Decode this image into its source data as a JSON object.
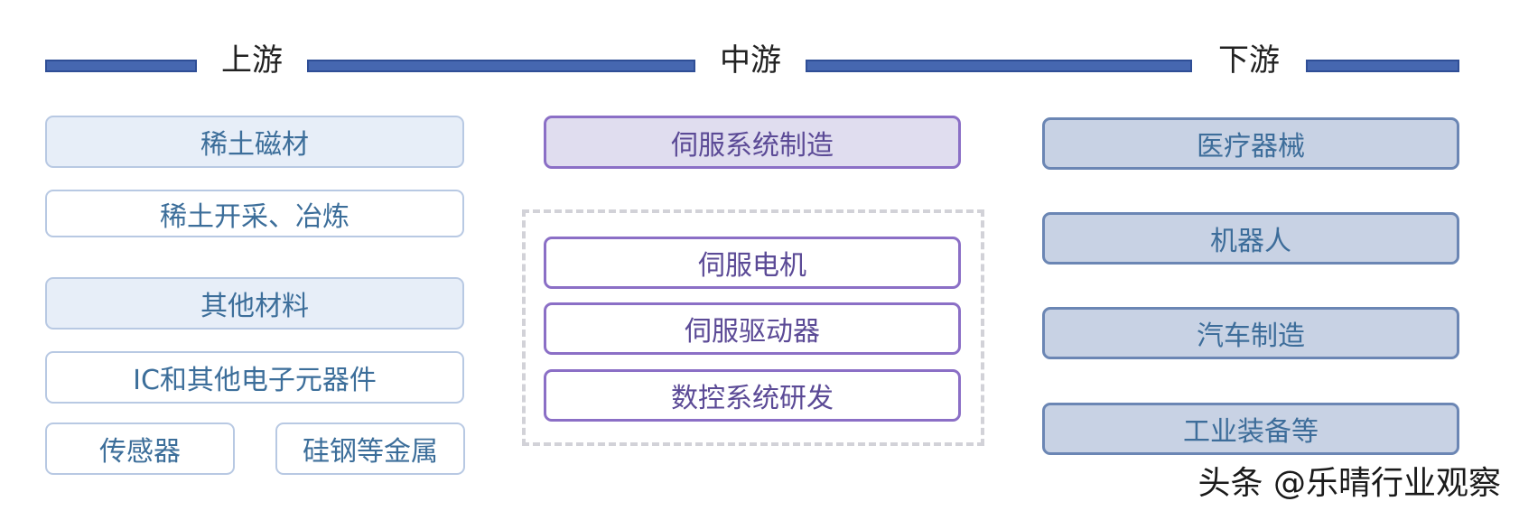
{
  "stages": {
    "upstream": "上游",
    "midstream": "中游",
    "downstream": "下游"
  },
  "upstream": {
    "items": [
      "稀土磁材",
      "稀土开采、冶炼",
      "其他材料",
      "IC和其他电子元器件"
    ],
    "bottom_left": "传感器",
    "bottom_right": "硅钢等金属"
  },
  "midstream": {
    "header": "伺服系统制造",
    "items": [
      "伺服电机",
      "伺服驱动器",
      "数控系统研发"
    ]
  },
  "downstream": {
    "items": [
      "医疗器械",
      "机器人",
      "汽车制造",
      "工业装备等"
    ]
  },
  "watermark": "头条 @乐晴行业观察",
  "colors": {
    "bar": "#4667b0",
    "upstream_text": "#3c6e9a",
    "midstream_border": "#8b6fc6",
    "downstream_fill": "#c8d2e4"
  }
}
